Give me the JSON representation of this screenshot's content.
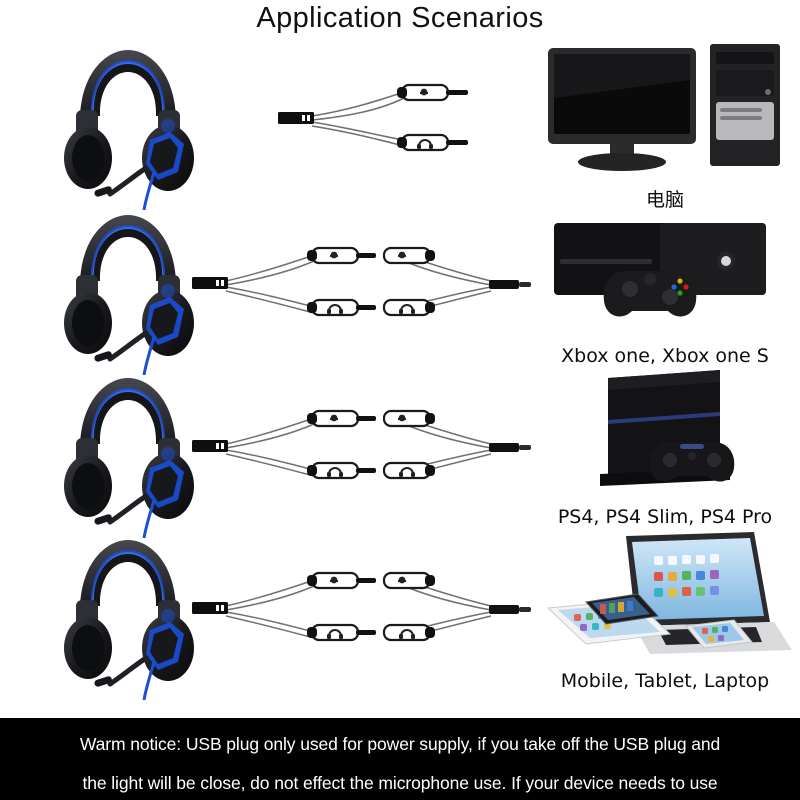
{
  "title": "Application Scenarios",
  "rows": [
    {
      "device_label": "电脑",
      "cable_type": "splitter",
      "plug_icons": [
        "microphone-icon",
        "headphone-icon"
      ],
      "device_icon": "desktop-computer"
    },
    {
      "device_label": "Xbox one, Xbox one S",
      "cable_type": "splitter-plus-adapter",
      "plug_icons": [
        "microphone-icon",
        "headphone-icon"
      ],
      "device_icon": "xbox-one-console"
    },
    {
      "device_label": "PS4, PS4 Slim, PS4 Pro",
      "cable_type": "splitter-plus-adapter",
      "plug_icons": [
        "microphone-icon",
        "headphone-icon"
      ],
      "device_icon": "ps4-console"
    },
    {
      "device_label": "Mobile, Tablet, Laptop",
      "cable_type": "splitter-plus-adapter",
      "plug_icons": [
        "microphone-icon",
        "headphone-icon"
      ],
      "device_icon": "laptop-tablet-phone"
    }
  ],
  "notice": {
    "line1": "Warm notice: USB plug only used for power supply, if you take off the USB plug and",
    "line2": "the light will be close, do not effect the microphone use. If your device needs to use"
  },
  "colors": {
    "accent_blue": "#1b4fd8",
    "headset_black": "#1a1a1c",
    "banner_background": "#000000",
    "banner_text": "#ffffff",
    "page_background": "#ffffff"
  }
}
